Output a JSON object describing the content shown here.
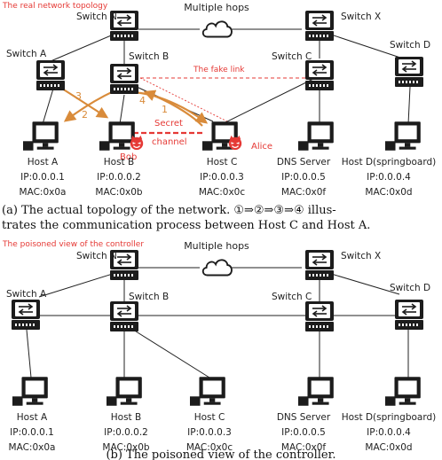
{
  "colors": {
    "red": "#e53935",
    "orange": "#d98b3a",
    "ink": "#222222"
  },
  "top": {
    "title": "The real network topology",
    "multiple_hops": "Multiple hops",
    "switches": {
      "n": "Switch N",
      "x": "Switch X",
      "a": "Switch A",
      "b": "Switch B",
      "c": "Switch C",
      "d": "Switch D"
    },
    "fake_link": "The fake link",
    "secret_channel": [
      "Secret",
      "channel"
    ],
    "bob": "Bob",
    "alice": "Alice",
    "arrow_numbers": [
      "1",
      "2",
      "3",
      "4"
    ],
    "hosts": [
      {
        "name": "Host A",
        "ip": "IP:0.0.0.1",
        "mac": "MAC:0x0a"
      },
      {
        "name": "Host B",
        "ip": "IP:0.0.0.2",
        "mac": "MAC:0x0b"
      },
      {
        "name": "Host C",
        "ip": "IP:0.0.0.3",
        "mac": "MAC:0x0c"
      },
      {
        "name": "DNS Server",
        "ip": "IP:0.0.0.5",
        "mac": "MAC:0x0f"
      },
      {
        "name": "Host D(springboard)",
        "ip": "IP:0.0.0.4",
        "mac": "MAC:0x0d"
      }
    ],
    "caption_line1": "(a) The actual topology of the network. ①⇒②⇒③⇒④ illus-",
    "caption_line2": "trates the communication process between Host C and Host A."
  },
  "bottom": {
    "title": "The poisoned view of the controller",
    "multiple_hops": "Multiple hops",
    "switches": {
      "n": "Switch N",
      "x": "Switch X",
      "a": "Switch A",
      "b": "Switch B",
      "c": "Switch C",
      "d": "Switch D"
    },
    "hosts": [
      {
        "name": "Host A",
        "ip": "IP:0.0.0.1",
        "mac": "MAC:0x0a"
      },
      {
        "name": "Host B",
        "ip": "IP:0.0.0.2",
        "mac": "MAC:0x0b"
      },
      {
        "name": "Host C",
        "ip": "IP:0.0.0.3",
        "mac": "MAC:0x0c"
      },
      {
        "name": "DNS Server",
        "ip": "IP:0.0.0.5",
        "mac": "MAC:0x0f"
      },
      {
        "name": "Host D(springboard)",
        "ip": "IP:0.0.0.4",
        "mac": "MAC:0x0d"
      }
    ],
    "caption": "(b) The poisoned view of the controller."
  }
}
